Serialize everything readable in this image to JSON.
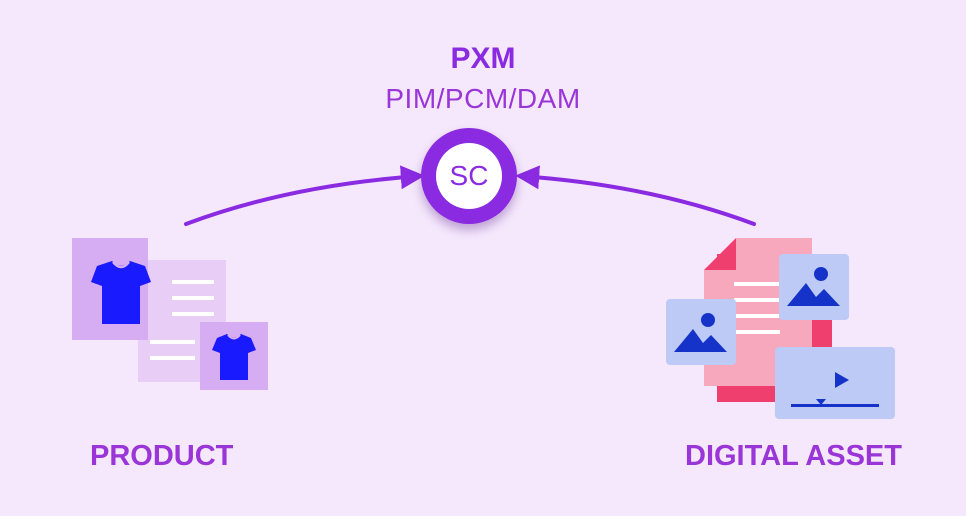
{
  "header": {
    "title": "PXM",
    "subtitle": "PIM/PCM/DAM"
  },
  "hub": {
    "label": "SC"
  },
  "nodes": {
    "product_label": "PRODUCT",
    "asset_label": "DIGITAL ASSET"
  },
  "colors": {
    "background": "#f5e8fc",
    "accent": "#8a2be2",
    "shirt": "#1a1aff",
    "card": "#d9b3f2",
    "document": "#f7a8bc",
    "document_dark": "#ee3f6e",
    "image_card": "#bccaf5",
    "image_icon": "#1533c9"
  },
  "icons": [
    "tshirt-icon",
    "document-icon",
    "image-icon",
    "video-icon"
  ]
}
